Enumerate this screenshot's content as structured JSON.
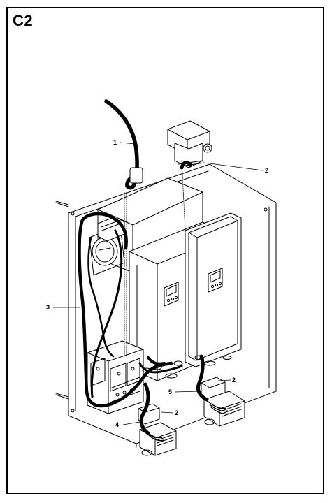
{
  "figure": {
    "label": "C2"
  },
  "callouts": {
    "c1": "1",
    "c2a": "2",
    "c2b": "2",
    "c2c": "2",
    "c3": "3",
    "c4": "4",
    "c5": "5"
  }
}
